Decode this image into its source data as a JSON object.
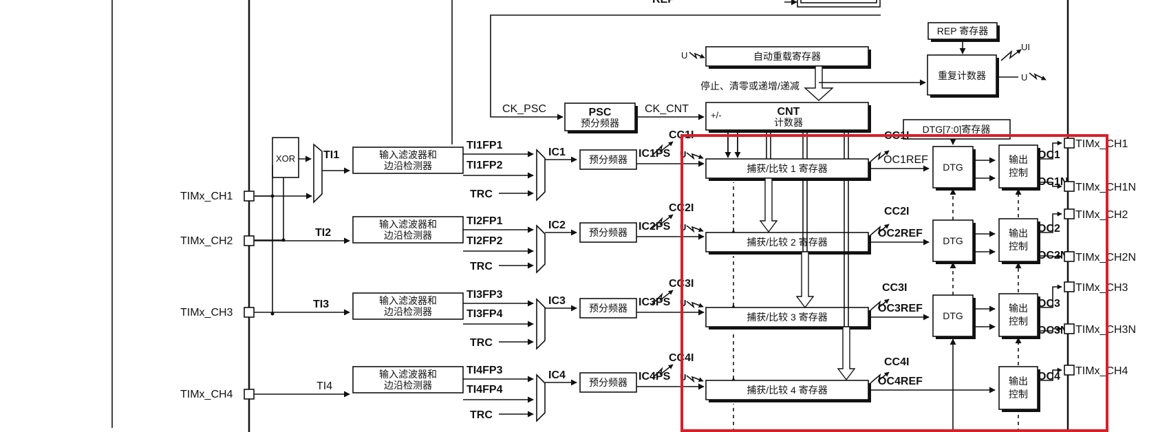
{
  "colors": {
    "highlight": "#d6202a",
    "line": "#111111",
    "background": "#ffffff"
  },
  "inputs": [
    "TIMx_CH1",
    "TIMx_CH2",
    "TIMx_CH3",
    "TIMx_CH4"
  ],
  "xor_label": "XOR",
  "ti": [
    "TI1",
    "TI2",
    "TI3",
    "TI4"
  ],
  "filter_label_1": "输入滤波器和",
  "filter_label_2": "边沿检测器",
  "fp": [
    [
      "TI1FP1",
      "TI1FP2"
    ],
    [
      "TI2FP1",
      "TI2FP2"
    ],
    [
      "TI3FP3",
      "TI3FP4"
    ],
    [
      "TI4FP3",
      "TI4FP4"
    ]
  ],
  "trc": "TRC",
  "ic": [
    "IC1",
    "IC2",
    "IC3",
    "IC4"
  ],
  "prescaler_label": "预分频器",
  "icps": [
    "IC1PS",
    "IC2PS",
    "IC3PS",
    "IC4PS"
  ],
  "cci": [
    "CC1I",
    "CC2I",
    "CC3I",
    "CC4I"
  ],
  "u_label": "U",
  "ccr": [
    "捕获/比较 1 寄存器",
    "捕获/比较 2 寄存器",
    "捕获/比较 3 寄存器",
    "捕获/比较 4 寄存器"
  ],
  "ocref": [
    "OC1REF",
    "OC2REF",
    "OC3REF",
    "OC4REF"
  ],
  "dtg_label": "DTG",
  "dtg_register": "DTG[7:0]寄存器",
  "output_control_1": "输出",
  "output_control_2": "控制",
  "oc": [
    [
      "OC1",
      "OC1N"
    ],
    [
      "OC2",
      "OC2N"
    ],
    [
      "OC3",
      "OC3N"
    ],
    [
      "OC4"
    ]
  ],
  "outputs": [
    "TIMx_CH1",
    "TIMx_CH1N",
    "TIMx_CH2",
    "TIMx_CH2N",
    "TIMx_CH3",
    "TIMx_CH3N",
    "TIMx_CH4"
  ],
  "ck_psc": "CK_PSC",
  "psc_title": "PSC",
  "psc_sub": "预分频器",
  "ck_cnt": "CK_CNT",
  "cnt_title": "CNT",
  "cnt_sub": "计数器",
  "cnt_dir": "+/-",
  "arr_label": "自动重载寄存器",
  "stop_label": "停止、清零或递增/递减",
  "rep_label": "REP 寄存器",
  "rep_counter": "重复计数器",
  "ui_label": "UI",
  "top_cut_label": "REP"
}
